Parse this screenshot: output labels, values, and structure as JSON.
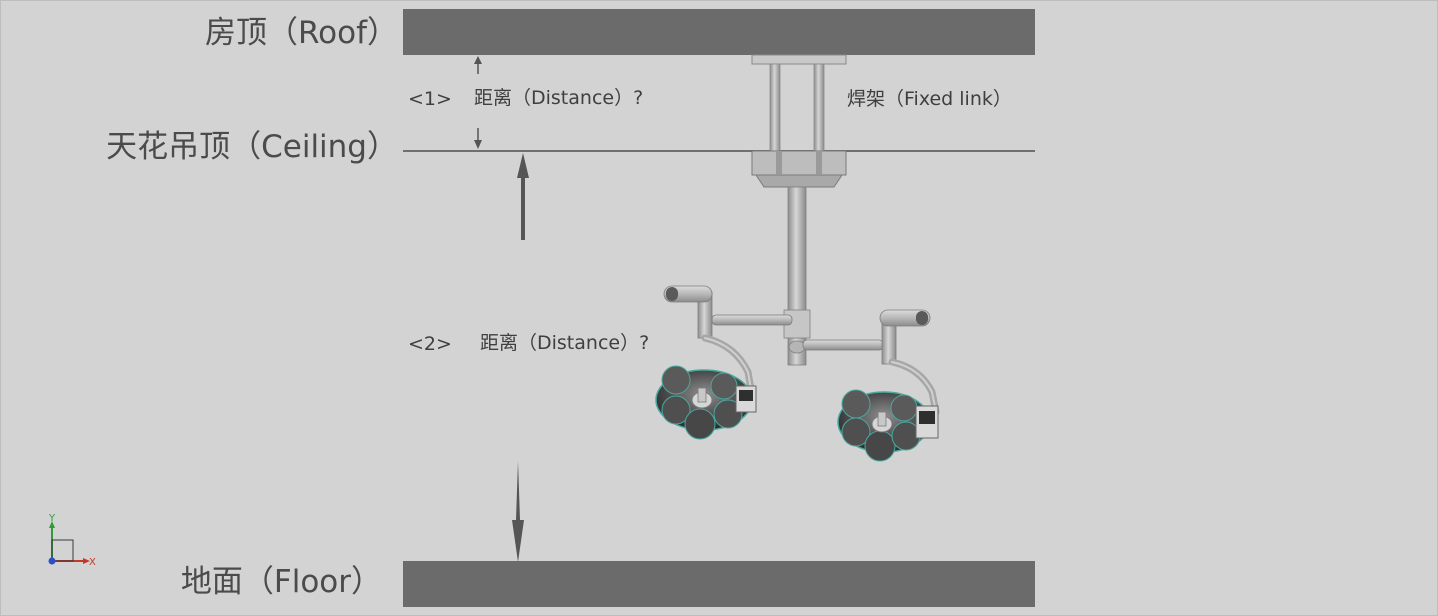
{
  "labels": {
    "roof": "房顶（Roof）",
    "ceiling": "天花吊顶（Ceiling）",
    "floor": "地面（Floor）",
    "distance1_index": "<1>",
    "distance1": "距离（Distance）?",
    "fixed_link": "焊架（Fixed link）",
    "distance2_index": "<2>",
    "distance2": "距离（Distance）?"
  },
  "axis_triad": {
    "y": "Y",
    "x": "X"
  },
  "colors": {
    "background": "#d3d3d3",
    "slab": "#6b6b6b",
    "ceiling_line": "#6f6f6f",
    "arrow": "#555555",
    "lamp_metal": "#bcbcbc",
    "lamp_dark": "#3a3a3a",
    "axis_y": "#2e9c3a",
    "axis_x": "#c0392b",
    "axis_z": "#2f4fc9"
  }
}
